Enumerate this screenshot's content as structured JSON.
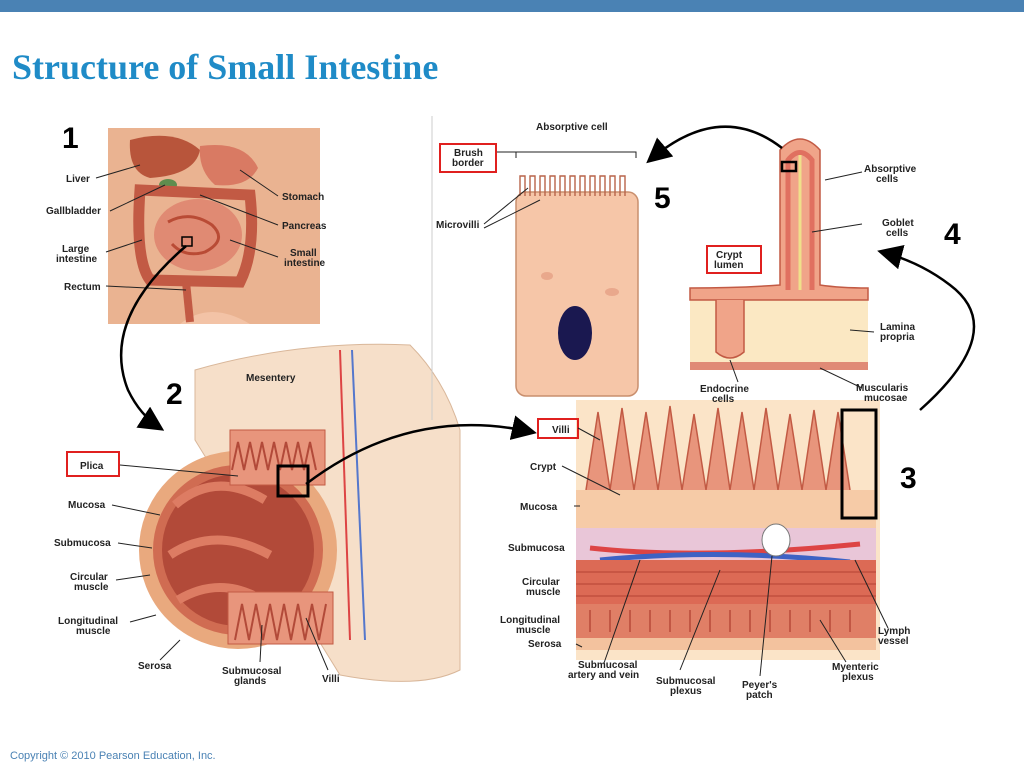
{
  "slide": {
    "title": "Structure of Small Intestine",
    "footer": "Copyright © 2010 Pearson Education, Inc."
  },
  "panel1": {
    "number": "1",
    "labels": {
      "liver": "Liver",
      "gallbladder": "Gallbladder",
      "large_intestine": [
        "Large",
        "intestine"
      ],
      "rectum": "Rectum",
      "stomach": "Stomach",
      "pancreas": "Pancreas",
      "small_intestine": [
        "Small",
        "intestine"
      ]
    }
  },
  "panel2": {
    "number": "2",
    "labels": {
      "mesentery": "Mesentery",
      "plica": "Plica",
      "mucosa": "Mucosa",
      "submucosa": "Submucosa",
      "circular_muscle": [
        "Circular",
        "muscle"
      ],
      "longitudinal_muscle": [
        "Longitudinal",
        "muscle"
      ],
      "serosa": "Serosa",
      "submucosal_glands": [
        "Submucosal",
        "glands"
      ],
      "villi": "Villi"
    }
  },
  "panel3": {
    "number": "3",
    "labels": {
      "villi": "Villi",
      "crypt": "Crypt",
      "mucosa": "Mucosa",
      "submucosa": "Submucosa",
      "circular_muscle": [
        "Circular",
        "muscle"
      ],
      "longitudinal_muscle": [
        "Longitudinal",
        "muscle"
      ],
      "serosa": "Serosa",
      "submucosal_artery_vein": [
        "Submucosal",
        "artery and vein"
      ],
      "submucosal_plexus": [
        "Submucosal",
        "plexus"
      ],
      "peyers_patch": [
        "Peyer's",
        "patch"
      ],
      "myenteric_plexus": [
        "Myenteric",
        "plexus"
      ],
      "lymph_vessel": [
        "Lymph",
        "vessel"
      ]
    }
  },
  "panel4": {
    "number": "4",
    "labels": {
      "absorptive_cells": [
        "Absorptive",
        "cells"
      ],
      "goblet_cells": [
        "Goblet",
        "cells"
      ],
      "crypt_lumen": [
        "Crypt",
        "lumen"
      ],
      "lamina_propria": [
        "Lamina",
        "propria"
      ],
      "endocrine_cells": [
        "Endocrine",
        "cells"
      ],
      "muscularis_mucosae": [
        "Muscularis",
        "mucosae"
      ]
    }
  },
  "panel5": {
    "number": "5",
    "labels": {
      "absorptive_cell": "Absorptive cell",
      "brush_border": [
        "Brush",
        "border"
      ],
      "microvilli": "Microvilli"
    }
  },
  "colors": {
    "title": "#1f8bc7",
    "top_bar": "#4a82b4",
    "highlight_box": "#e0201f",
    "tissue_pink": "#e8957c",
    "tissue_red": "#cc4a3a"
  }
}
